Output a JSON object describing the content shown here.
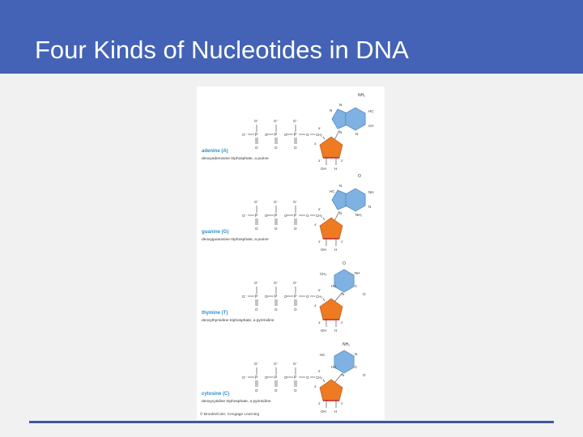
{
  "slide": {
    "title": "Four Kinds of Nucleotides in DNA"
  },
  "colors": {
    "header": "#4463b6",
    "base": "#7fb2e2",
    "sugar": "#ee7b22",
    "label": "#2f8fce",
    "rule": "#3f56a8"
  },
  "figure": {
    "phosphate": {
      "o_minus": "O⁻",
      "oxygen": "O",
      "phosphorus": "P",
      "ch2": "CH₂",
      "c5_prime": "5'",
      "c4_prime": "4'",
      "c3_prime": "3'",
      "c2_prime": "2'",
      "oh": "OH",
      "h": "H"
    },
    "nucleotides": [
      {
        "name": "adenine (A)",
        "description": "deoxyadenosine triphosphate, a purine",
        "labels": [
          "NH₂",
          "N",
          "HC",
          "N",
          "N",
          "CH",
          "N"
        ]
      },
      {
        "name": "guanine (G)",
        "description": "deoxyguanosine triphosphate, a purine",
        "labels": [
          "O",
          "N",
          "NH",
          "HC",
          "N",
          "N",
          "NH₂"
        ]
      },
      {
        "name": "thymine (T)",
        "description": "deoxythymidine triphosphate, a pyrimidine",
        "labels": [
          "O",
          "CH₃",
          "NH",
          "HC",
          "N",
          "C",
          "O"
        ]
      },
      {
        "name": "cytosine (C)",
        "description": "deoxycytidine triphosphate, a pyrimidine",
        "labels": [
          "NH₂",
          "HC",
          "N",
          "HC",
          "N",
          "C",
          "O"
        ]
      }
    ],
    "credit": "© Brooks/Cole, Cengage Learning"
  }
}
